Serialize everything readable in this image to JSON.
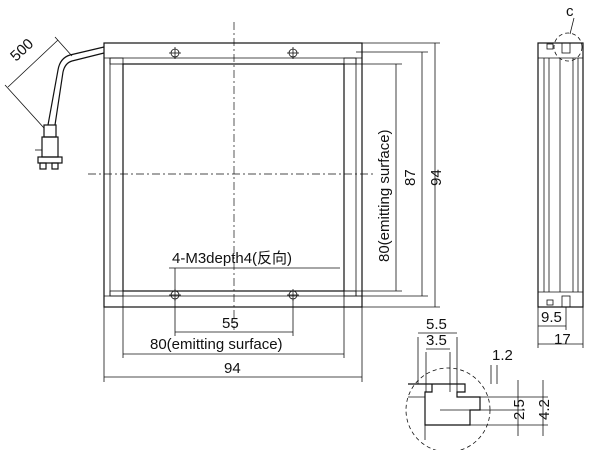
{
  "front_view": {
    "cable_length": "500",
    "hole_callout": "4-M3depth4(反向)",
    "width_overall": "94",
    "height_overall": "94",
    "height_inner": "87",
    "hole_spacing": "55",
    "emitting_width": "80(emitting surface)",
    "emitting_height": "80(emitting surface)"
  },
  "side_view": {
    "detail_label": "c",
    "slot_offset": "9.5",
    "thickness": "17"
  },
  "detail_c": {
    "width_outer": "5.5",
    "width_inner": "3.5",
    "lip": "1.2",
    "slot_height": "2.5",
    "depth": "4.2"
  }
}
